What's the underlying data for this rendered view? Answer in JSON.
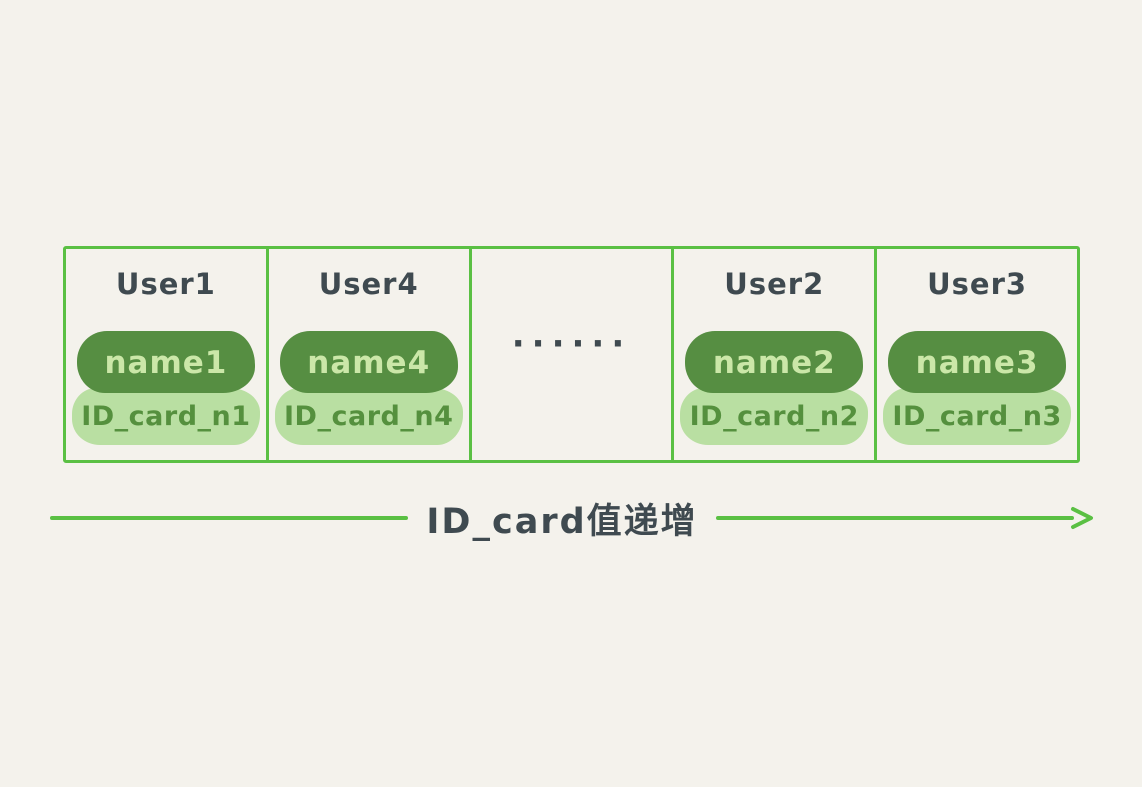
{
  "diagram": {
    "cells": [
      {
        "title": "User1",
        "name": "name1",
        "id_card": "ID_card_n1"
      },
      {
        "title": "User4",
        "name": "name4",
        "id_card": "ID_card_n4"
      },
      {
        "ellipsis": "······"
      },
      {
        "title": "User2",
        "name": "name2",
        "id_card": "ID_card_n2"
      },
      {
        "title": "User3",
        "name": "name3",
        "id_card": "ID_card_n3"
      }
    ],
    "arrow_label": "ID_card值递增",
    "colors": {
      "background": "#f4f2ec",
      "border_green": "#5ac043",
      "dark_pill": "#568e42",
      "dark_pill_text": "#cbe7a8",
      "light_pill": "#b9dfa2",
      "light_pill_text": "#55903e",
      "text_dark": "#3f4a50"
    }
  }
}
